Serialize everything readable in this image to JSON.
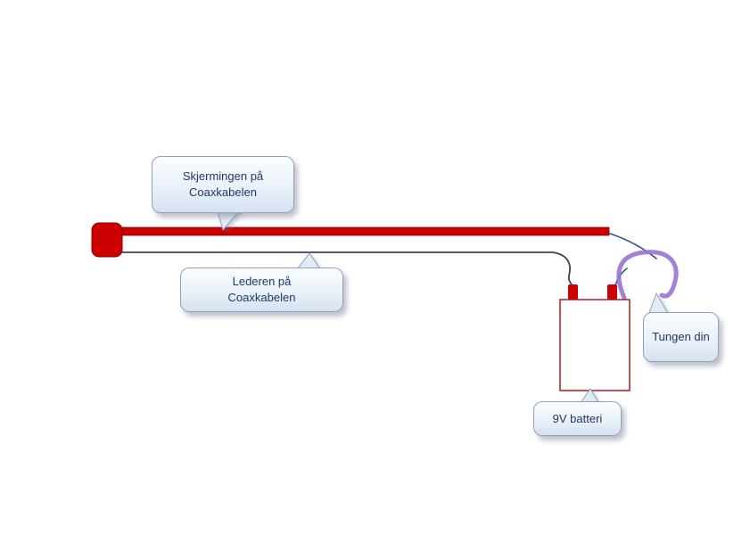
{
  "diagram": {
    "callouts": {
      "shield": {
        "line1": "Skjermingen på",
        "line2": "Coaxkabelen"
      },
      "conductor": {
        "line1": "Lederen på",
        "line2": "Coaxkabelen"
      },
      "tongue": {
        "label": "Tungen din"
      },
      "battery": {
        "label": "9V batteri"
      }
    },
    "colors": {
      "cable_red": "#cc0000",
      "cable_red_dark": "#8f0000",
      "wire_blue": "#2a5a85",
      "conductor_gray": "#3d4450",
      "tongue_purple": "#9b72d2",
      "battery_red": "#b01818"
    }
  }
}
